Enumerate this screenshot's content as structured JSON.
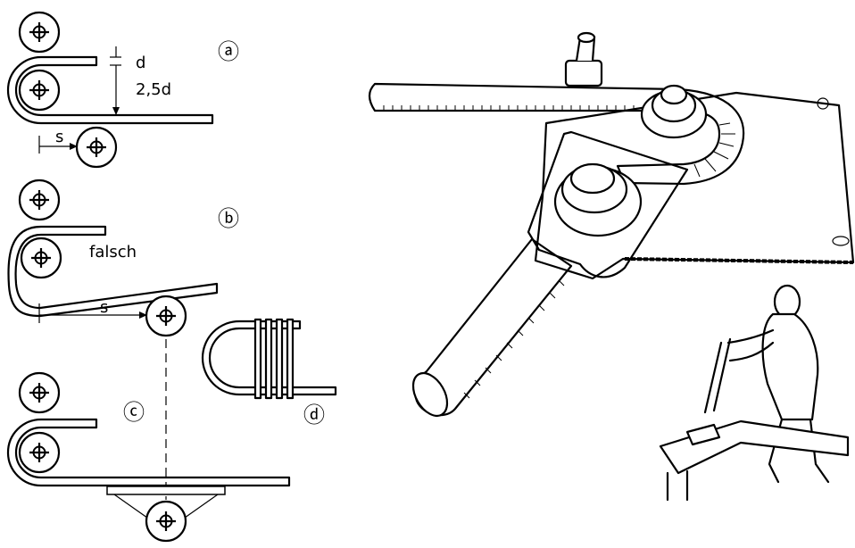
{
  "labels": {
    "panel_a": "ⓐ",
    "panel_b": "ⓑ",
    "panel_c": "ⓒ",
    "panel_d": "ⓓ",
    "dim_d": "d",
    "dim_25d": "2,5d",
    "dim_s_a": "s",
    "dim_s_b": "s",
    "wrong": "falsch"
  },
  "icons": [
    "roller-symbol-icon"
  ],
  "colors": {
    "ink": "#000000",
    "paper": "#ffffff"
  }
}
